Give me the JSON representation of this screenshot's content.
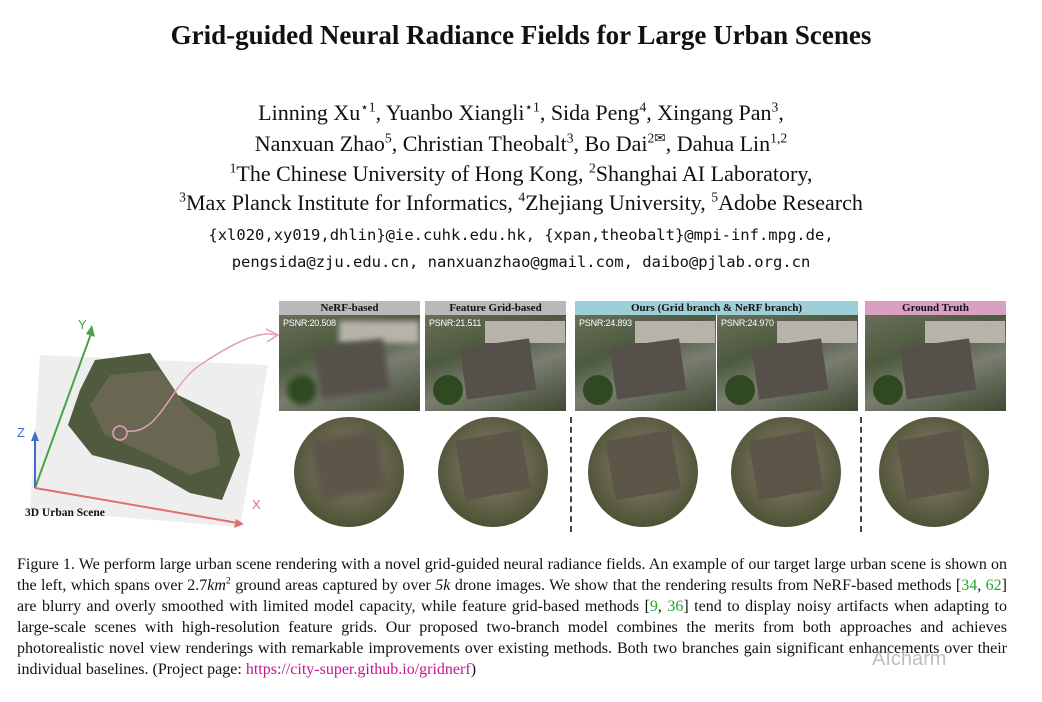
{
  "title": "Grid-guided Neural Radiance Fields for Large Urban Scenes",
  "authors_line1": [
    {
      "name": "Linning Xu",
      "sup": "⋆1"
    },
    {
      "name": "Yuanbo Xiangli",
      "sup": "⋆1"
    },
    {
      "name": "Sida Peng",
      "sup": "4"
    },
    {
      "name": "Xingang Pan",
      "sup": "3"
    }
  ],
  "authors_line2": [
    {
      "name": "Nanxuan Zhao",
      "sup": "5"
    },
    {
      "name": "Christian Theobalt",
      "sup": "3"
    },
    {
      "name": "Bo Dai",
      "sup": "2✉"
    },
    {
      "name": "Dahua Lin",
      "sup": "1,2"
    }
  ],
  "affiliations_line1": [
    {
      "sup": "1",
      "name": "The Chinese University of Hong Kong"
    },
    {
      "sup": "2",
      "name": "Shanghai AI Laboratory"
    }
  ],
  "affiliations_line2": [
    {
      "sup": "3",
      "name": "Max Planck Institute for Informatics"
    },
    {
      "sup": "4",
      "name": "Zhejiang University"
    },
    {
      "sup": "5",
      "name": "Adobe Research"
    }
  ],
  "emails_line1": "{xl020,xy019,dhlin}@ie.cuhk.edu.hk, {xpan,theobalt}@mpi-inf.mpg.de,",
  "emails_line2": "pengsida@zju.edu.cn, nanxuanzhao@gmail.com, daibo@pjlab.org.cn",
  "figure": {
    "scene_label": "3D Urban Scene",
    "axis_x": "X",
    "axis_y": "Y",
    "axis_z": "Z",
    "panels": [
      {
        "header": "NeRF-based",
        "header_color": "#b9b9b9",
        "psnr": "PSNR:20.508"
      },
      {
        "header": "Feature Grid-based",
        "header_color": "#b9b9b9",
        "psnr": "PSNR:21.511"
      },
      {
        "header": "Ours (Grid branch & NeRF branch)",
        "header_color": "#9ecfd6",
        "psnr_a": "PSNR:24.893",
        "psnr_b": "PSNR:24.970"
      },
      {
        "header": "Ground Truth",
        "header_color": "#d9a0c4"
      }
    ]
  },
  "caption": {
    "p1": "Figure 1.  We perform large urban scene rendering with a novel grid-guided neural radiance fields. An example of our target large urban scene is shown on the left, which spans over 2.7",
    "km": "km",
    "sq": "2",
    "p2": " ground areas captured by over ",
    "k5": "5k",
    "p3": " drone images. We show that the rendering results from NeRF-based methods [",
    "c34": "34",
    "c62": "62",
    "p4": "] are blurry and overly smoothed with limited model capacity, while feature grid-based methods [",
    "c9": "9",
    "c36": "36",
    "p5": "] tend to display noisy artifacts when adapting to large-scale scenes with high-resolution feature grids. Our proposed two-branch model combines the merits from both approaches and achieves photorealistic novel view renderings with remarkable improvements over existing methods. Both two branches gain significant enhancements over their individual baselines. (Project page: ",
    "link": "https://city-super.github.io/gridnerf",
    "p6": ")",
    "comma": ", "
  },
  "watermark": "AIcharm"
}
